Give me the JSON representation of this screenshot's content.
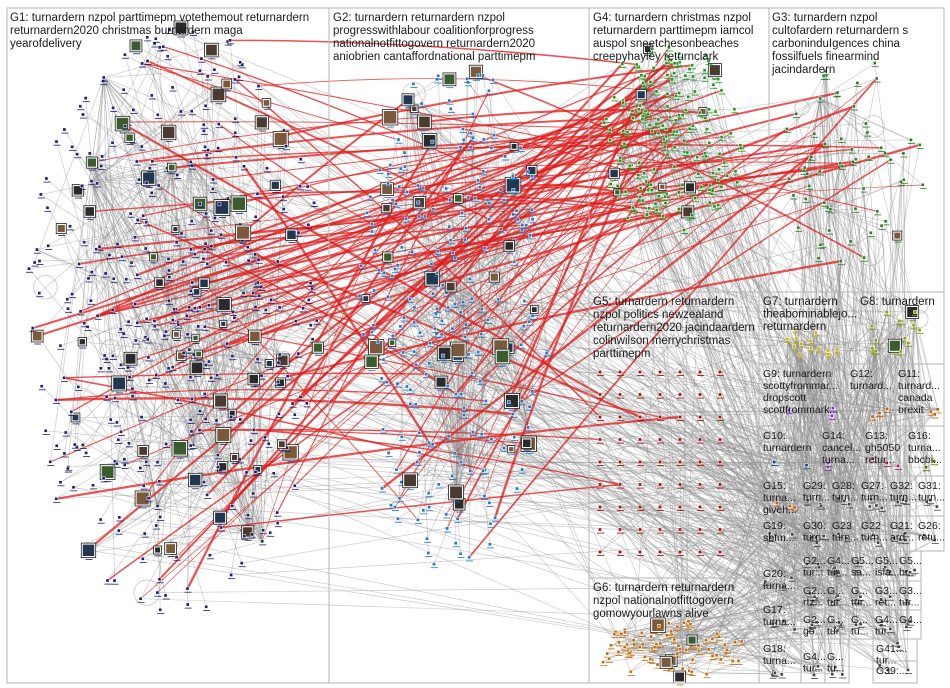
{
  "graph": {
    "groups": [
      {
        "id": "G1",
        "label_lines": [
          "G1: turnardern nzpol parttimepm votethemout returnardern",
          "returnardern2020 christmas burnardern maga",
          "yearofdelivery"
        ],
        "color": "#1f1f6e"
      },
      {
        "id": "G2",
        "label_lines": [
          "G2: turnardern returnardern nzpol",
          "progresswithlabour coalitionforprogress",
          "nationalnotfittogovern returnardern2020",
          "aniobrien cantaffordnational parttimepm"
        ],
        "color": "#1f78c8"
      },
      {
        "id": "G4",
        "label_lines": [
          "G4: turnardern christmas nzpol",
          "returnardern parttimepm iamcol",
          "auspol sneetchesonbeaches",
          "creepyhayley returnclark"
        ],
        "color": "#1c9a1c"
      },
      {
        "id": "G3",
        "label_lines": [
          "G3: turnardern nzpol",
          "cultofardern returnardern s",
          "carboninduIgences china",
          "fossilfuels finearmind",
          "jacindardern"
        ],
        "color": "#2e7d2e"
      },
      {
        "id": "G5",
        "label_lines": [
          "G5: turnardern returnardern",
          "nzpol politics newzealand",
          "returnardern2020 jacindaardern",
          "colinwilson merrychristmas",
          "parttimepm"
        ],
        "color": "#a01010"
      },
      {
        "id": "G7",
        "label_lines": [
          "G7: turnardern",
          "theabominablejo...",
          "returnardern"
        ],
        "color": "#c8b400"
      },
      {
        "id": "G8",
        "label_lines": [
          "G8: turnardern"
        ],
        "color": "#8aa000"
      },
      {
        "id": "G9",
        "label_lines": [
          "G9: turnardern",
          "scottyfrommar...",
          "dropscott",
          "scottfrommark..."
        ],
        "color": "#8a2be2"
      },
      {
        "id": "G12",
        "label_lines": [
          "G12:",
          "turnard..."
        ],
        "color": "#c06000"
      },
      {
        "id": "G11",
        "label_lines": [
          "G11:",
          "turnard...",
          "canada",
          "brexit"
        ],
        "color": "#c06000"
      },
      {
        "id": "G10",
        "label_lines": [
          "G10:",
          "turnardern"
        ],
        "color": "#204080"
      },
      {
        "id": "G14",
        "label_lines": [
          "G14:",
          "cancel...",
          "turna..."
        ],
        "color": "#7a3e9d"
      },
      {
        "id": "G13",
        "label_lines": [
          "G13:",
          "gh5050",
          "retur..."
        ],
        "color": "#b02060"
      },
      {
        "id": "G16",
        "label_lines": [
          "G16:",
          "turna...",
          "bbcbi..."
        ],
        "color": "#4a6a00"
      },
      {
        "id": "G15",
        "label_lines": [
          "G15:",
          "turna...",
          "giveh..."
        ],
        "color": "#c06000"
      },
      {
        "id": "G29",
        "label_lines": [
          "G29:",
          "turn..."
        ],
        "color": "#444444"
      },
      {
        "id": "G28",
        "label_lines": [
          "G28:",
          "turn..."
        ],
        "color": "#444444"
      },
      {
        "id": "G27",
        "label_lines": [
          "G27:",
          "turn..."
        ],
        "color": "#444444"
      },
      {
        "id": "G32",
        "label_lines": [
          "G32:",
          "turn..."
        ],
        "color": "#444444"
      },
      {
        "id": "G31",
        "label_lines": [
          "G31:",
          "turn..."
        ],
        "color": "#444444"
      },
      {
        "id": "G19",
        "label_lines": [
          "G19:",
          "sbfm..."
        ],
        "color": "#444444"
      },
      {
        "id": "G30",
        "label_lines": [
          "G30:",
          "turn..."
        ],
        "color": "#444444"
      },
      {
        "id": "G23",
        "label_lines": [
          "G23",
          "turn..."
        ],
        "color": "#444444"
      },
      {
        "id": "G22",
        "label_lines": [
          "G22",
          "turn..."
        ],
        "color": "#444444"
      },
      {
        "id": "G21",
        "label_lines": [
          "G21:",
          "ard..."
        ],
        "color": "#444444"
      },
      {
        "id": "G26",
        "label_lines": [
          "G26:",
          "retu..."
        ],
        "color": "#444444"
      },
      {
        "id": "G20",
        "label_lines": [
          "G20:",
          "turna..."
        ],
        "color": "#444444"
      },
      {
        "id": "G2x",
        "label_lines": [
          "G2...",
          "tur..."
        ],
        "color": "#444444"
      },
      {
        "id": "G4x",
        "label_lines": [
          "G4...",
          "tur..."
        ],
        "color": "#444444"
      },
      {
        "id": "G5x",
        "label_lines": [
          "G5...",
          "sa..."
        ],
        "color": "#444444"
      },
      {
        "id": "G5y",
        "label_lines": [
          "G5...",
          "isla..."
        ],
        "color": "#444444"
      },
      {
        "id": "G5z",
        "label_lines": [
          "G5...",
          "br..."
        ],
        "color": "#444444"
      },
      {
        "id": "G17",
        "label_lines": [
          "G17:",
          "turna..."
        ],
        "color": "#444444"
      },
      {
        "id": "G2y",
        "label_lines": [
          "G2...",
          "rtz..."
        ],
        "color": "#444444"
      },
      {
        "id": "Ga",
        "label_lines": [
          "G...",
          "tur..."
        ],
        "color": "#444444"
      },
      {
        "id": "Gb",
        "label_lines": [
          "G...",
          "tur..."
        ],
        "color": "#444444"
      },
      {
        "id": "G3x",
        "label_lines": [
          "G3...",
          "ret..."
        ],
        "color": "#444444"
      },
      {
        "id": "G3y",
        "label_lines": [
          "G3...",
          "tur..."
        ],
        "color": "#444444"
      },
      {
        "id": "G2z",
        "label_lines": [
          "G2...",
          "go..."
        ],
        "color": "#444444"
      },
      {
        "id": "Gc",
        "label_lines": [
          "G...",
          "tur..."
        ],
        "color": "#444444"
      },
      {
        "id": "Gd",
        "label_lines": [
          "G...",
          "tu..."
        ],
        "color": "#444444"
      },
      {
        "id": "G4y",
        "label_lines": [
          "G4...",
          "tur..."
        ],
        "color": "#444444"
      },
      {
        "id": "G4z",
        "label_lines": [
          "G4..."
        ],
        "color": "#444444"
      },
      {
        "id": "G41",
        "label_lines": [
          "G41:...",
          "tur..."
        ],
        "color": "#444444"
      },
      {
        "id": "G18",
        "label_lines": [
          "G18:",
          "turna..."
        ],
        "color": "#444444"
      },
      {
        "id": "G4w",
        "label_lines": [
          "G4...",
          "tur..."
        ],
        "color": "#444444"
      },
      {
        "id": "Ge",
        "label_lines": [
          "G...",
          "tu..."
        ],
        "color": "#444444"
      },
      {
        "id": "G39",
        "label_lines": [
          "G39:..."
        ],
        "color": "#444444"
      },
      {
        "id": "G6",
        "label_lines": [
          "G6: turnardern returnardern",
          "nzpol nationalnotfittogovern",
          "gomowyourlawns alive"
        ],
        "color": "#c07010"
      }
    ],
    "edge_colors": {
      "between_groups": "#8f8f8f",
      "reply_mention": "#e01b1b"
    }
  }
}
